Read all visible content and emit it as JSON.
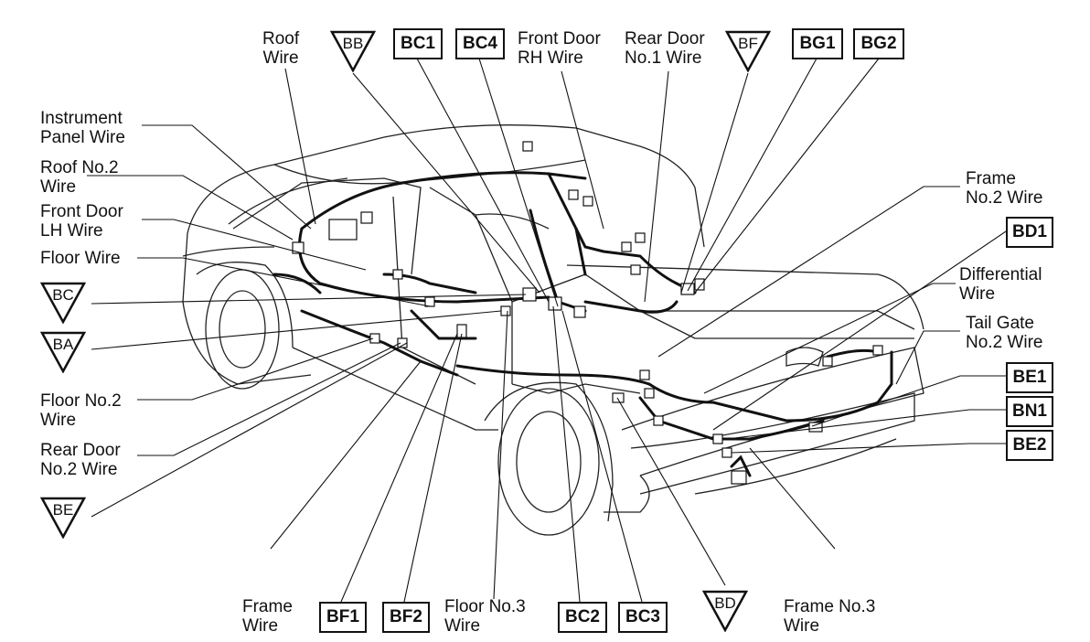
{
  "labels": {
    "roof_wire": "Roof\nWire",
    "front_door_rh_wire": "Front Door\nRH Wire",
    "rear_door_no1_wire": "Rear Door\nNo.1 Wire",
    "instrument_panel_wire": "Instrument\nPanel Wire",
    "roof_no2_wire": "Roof No.2\nWire",
    "front_door_lh_wire": "Front Door\nLH Wire",
    "floor_wire": "Floor Wire",
    "floor_no2_wire": "Floor No.2\nWire",
    "rear_door_no2_wire": "Rear Door\nNo.2 Wire",
    "frame_wire": "Frame\nWire",
    "floor_no3_wire": "Floor No.3\nWire",
    "frame_no3_wire": "Frame No.3\nWire",
    "frame_no2_wire": "Frame\nNo.2 Wire",
    "differential_wire": "Differential\nWire",
    "tail_gate_no2_wire": "Tail Gate\nNo.2 Wire"
  },
  "connectors_boxed": {
    "bc1": "BC1",
    "bc4": "BC4",
    "bg1": "BG1",
    "bg2": "BG2",
    "bd1": "BD1",
    "be1": "BE1",
    "bn1": "BN1",
    "be2": "BE2",
    "bf1": "BF1",
    "bf2": "BF2",
    "bc2": "BC2",
    "bc3": "BC3"
  },
  "connectors_triangle": {
    "bb": "BB",
    "bf": "BF",
    "bc": "BC",
    "ba": "BA",
    "be": "BE",
    "bd": "BD"
  }
}
